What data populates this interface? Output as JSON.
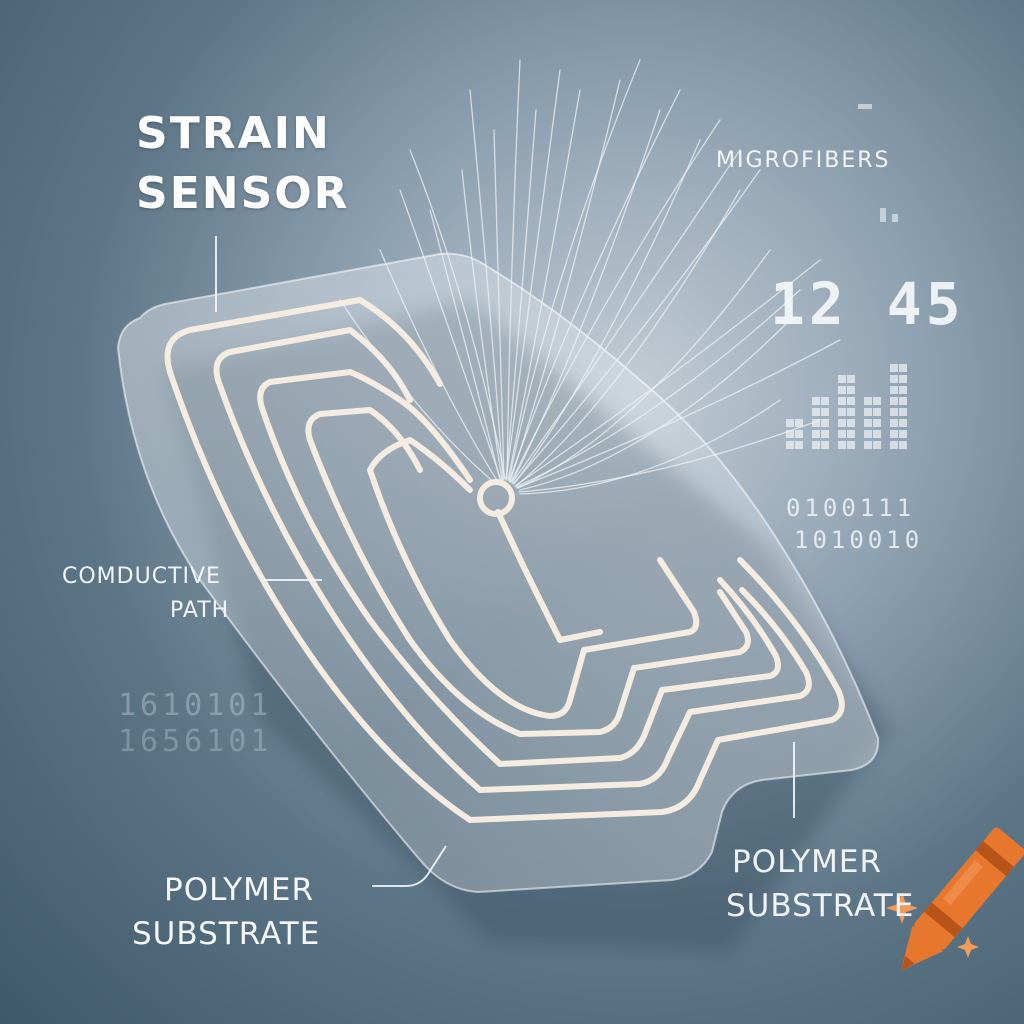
{
  "labels": {
    "title_line1": "STRAIN",
    "title_line2": "SENSOR",
    "microfibers": "MIGROFIBERS",
    "conductive_line1": "COMDUCTIVE",
    "conductive_line2": "PATH",
    "polymer_left_line1": "POLYMER",
    "polymer_left_line2": "SUBSTRATE",
    "polymer_right_line1": "POLYMER",
    "polymer_right_line2": "SUBSTRATE"
  },
  "readouts": {
    "clock": "12 45",
    "binary_line1": "0100111",
    "binary_line2": "1010010",
    "ghost_line1": "1610101",
    "ghost_line2": "1656101"
  },
  "bar_levels": [
    0.35,
    0.55,
    0.75,
    0.6,
    0.9
  ],
  "colors": {
    "background_center": "#c3ccd4",
    "background_edge": "#3e596b",
    "trace": "#f4ece0",
    "label_text": "#eef2f5",
    "crayon": "#e8772e"
  },
  "icons": {
    "logo": "crayon-icon",
    "sparkles": "sparkle-icon"
  }
}
